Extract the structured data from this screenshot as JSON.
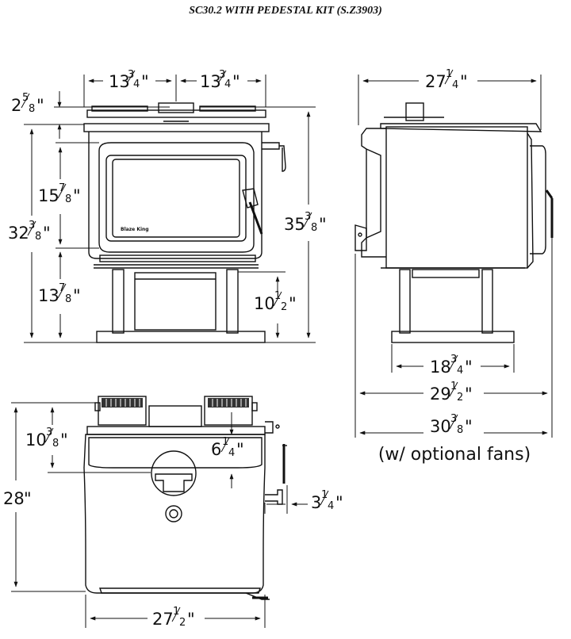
{
  "title": "SC30.2 WITH PEDESTAL KIT (S.Z3903)",
  "brand_logo": "Blaze King",
  "note": "(w/ optional fans)",
  "dimensions": {
    "front_left_half_width": {
      "whole": "13",
      "num": "3",
      "den": "4"
    },
    "front_right_half_width": {
      "whole": "13",
      "num": "3",
      "den": "4"
    },
    "top_to_flue": {
      "whole": "2",
      "num": "5",
      "den": "8"
    },
    "firebox_opening_height": {
      "whole": "15",
      "num": "7",
      "den": "8"
    },
    "floor_to_flue_height": {
      "whole": "32",
      "num": "3",
      "den": "8"
    },
    "overall_height": {
      "whole": "35",
      "num": "3",
      "den": "8"
    },
    "floor_to_door_bottom": {
      "whole": "13",
      "num": "7",
      "den": "8"
    },
    "pedestal_height": {
      "whole": "10",
      "num": "1",
      "den": "2"
    },
    "side_depth": {
      "whole": "27",
      "num": "1",
      "den": "4"
    },
    "pedestal_base_depth": {
      "whole": "18",
      "num": "3",
      "den": "4"
    },
    "side_overall_depth": {
      "whole": "29",
      "num": "1",
      "den": "2"
    },
    "side_depth_with_fans": {
      "whole": "30",
      "num": "3",
      "den": "8"
    },
    "top_back_to_flue_center": {
      "whole": "10",
      "num": "3",
      "den": "8"
    },
    "flue_offset": {
      "whole": "6",
      "num": "1",
      "den": "4"
    },
    "handle_projection": {
      "whole": "3",
      "num": "1",
      "den": "4"
    },
    "top_view_depth": {
      "whole": "28",
      "num": "",
      "den": ""
    },
    "top_view_width": {
      "whole": "27",
      "num": "1",
      "den": "2"
    }
  }
}
